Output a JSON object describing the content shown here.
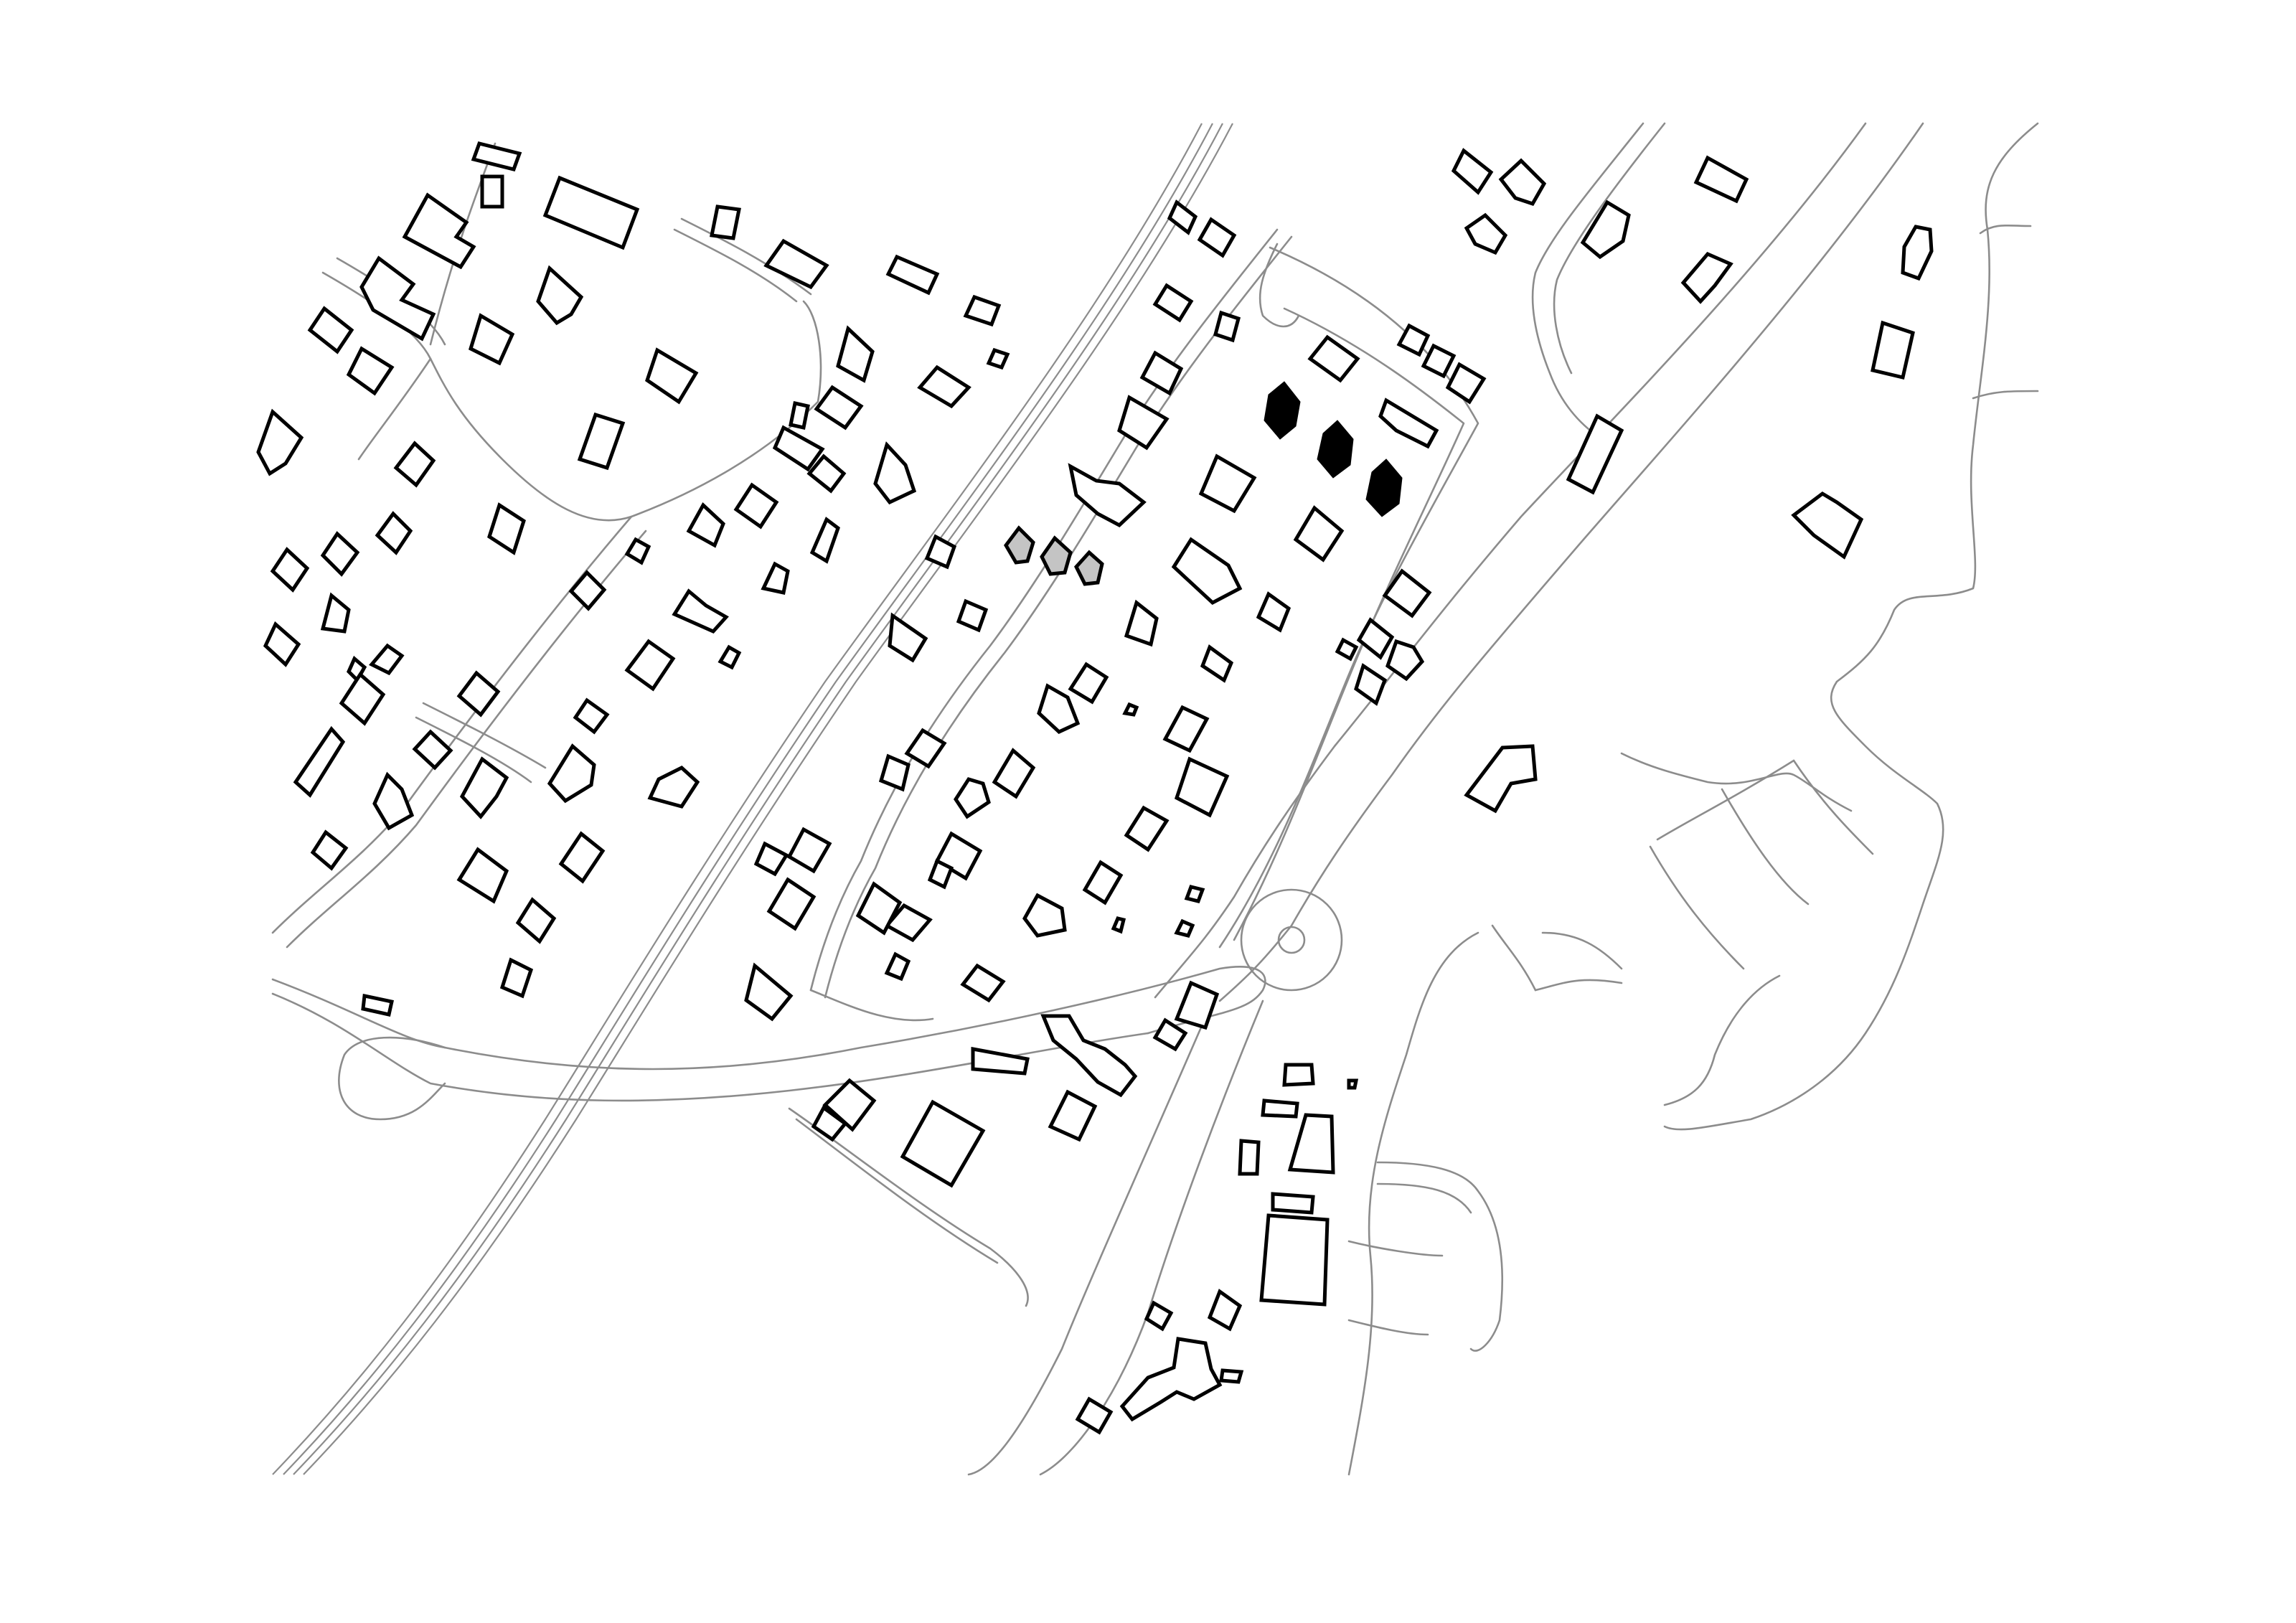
{
  "map": {
    "type": "figure-ground site plan",
    "has_text_labels": false,
    "colors": {
      "background": "#ffffff",
      "road_line": "#8c8c8c",
      "building_outline": "#000000",
      "building_fill": "#ffffff",
      "new_buildings": "#000000",
      "highlighted_buildings": "#c4c4c4"
    },
    "building_groups": [
      {
        "name": "existing-buildings",
        "fill_key": "building_fill",
        "count_shown": "many"
      },
      {
        "name": "new-buildings",
        "fill_key": "new_buildings",
        "count_shown": 3
      },
      {
        "name": "highlighted-buildings",
        "fill_key": "highlighted_buildings",
        "count_shown": 3
      }
    ],
    "features": [
      "railway-corridor",
      "main-road",
      "roundabout",
      "residential-streets",
      "shoreline",
      "marina-piers"
    ]
  }
}
